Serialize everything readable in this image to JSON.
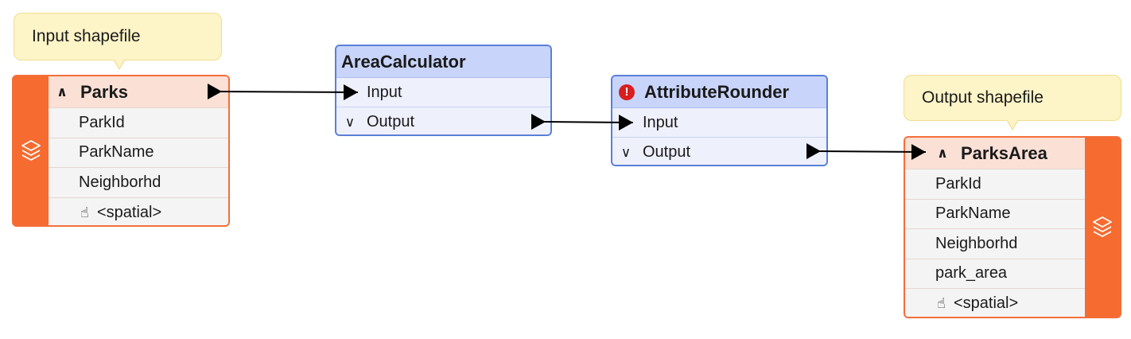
{
  "notes": {
    "input": "Input shapefile",
    "output": "Output shapefile"
  },
  "reader": {
    "name": "Parks",
    "attributes": [
      "ParkId",
      "ParkName",
      "Neighborhd"
    ],
    "geometry": "<spatial>",
    "icon": "layers-icon"
  },
  "area_calculator": {
    "name": "AreaCalculator",
    "input": "Input",
    "output": "Output"
  },
  "attribute_rounder": {
    "name": "AttributeRounder",
    "status_icon": "error-icon",
    "input": "Input",
    "output": "Output"
  },
  "writer": {
    "name": "ParksArea",
    "attributes": [
      "ParkId",
      "ParkName",
      "Neighborhd",
      "park_area"
    ],
    "geometry": "<spatial>",
    "icon": "layers-icon"
  },
  "colors": {
    "feature_type": "#f36f3a",
    "transformer": "#5a7fd8",
    "note": "#fdf4c7",
    "error": "#d81e1e"
  }
}
